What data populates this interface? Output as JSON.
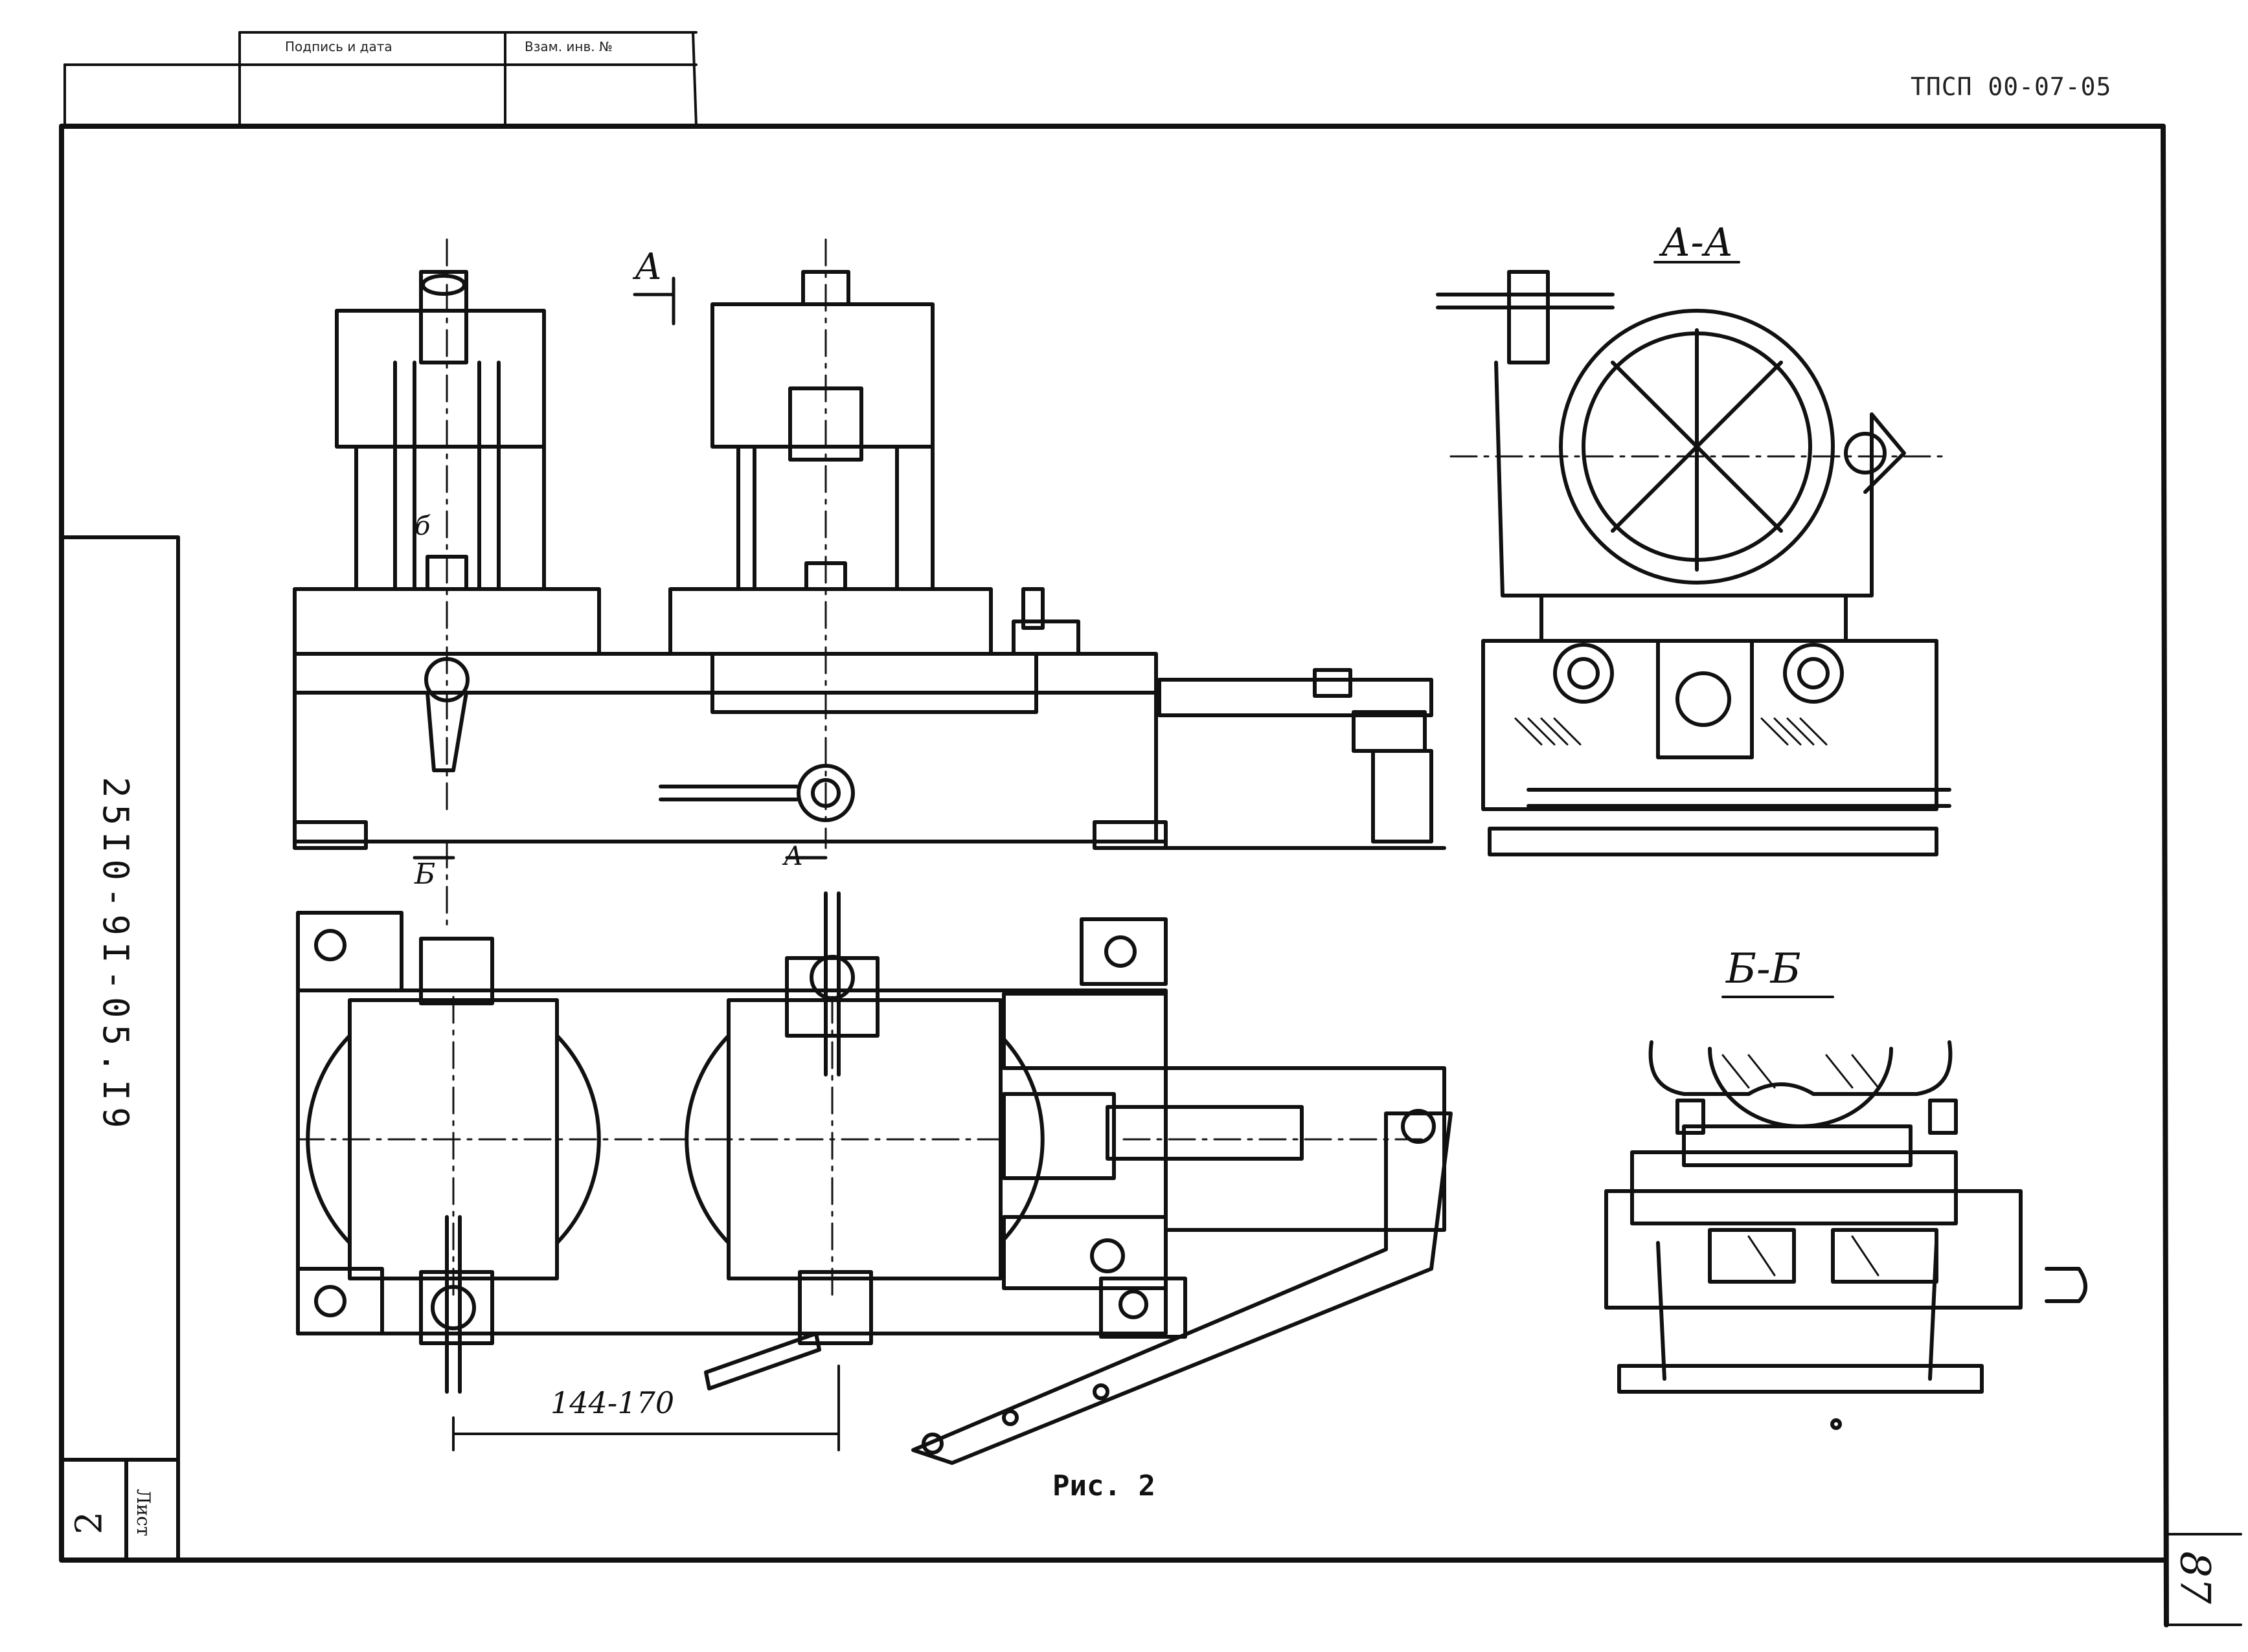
{
  "stamp": {
    "signature_date": "Подпись и дата",
    "inv_no": "Взам. инв. №"
  },
  "doc_code": "ТПСП 00-07-05",
  "side_code": "25I0-9I-05.I9",
  "sheet": {
    "label": "Лист",
    "number": "2"
  },
  "page_number": "87",
  "views": {
    "section_a_mark": "А",
    "section_a_title": "А-А",
    "section_b_mark": "Б",
    "section_b_small": "б",
    "section_b_title": "Б-Б",
    "section_a_arrow": "А"
  },
  "dimension": "144-170",
  "caption": "Рис. 2"
}
